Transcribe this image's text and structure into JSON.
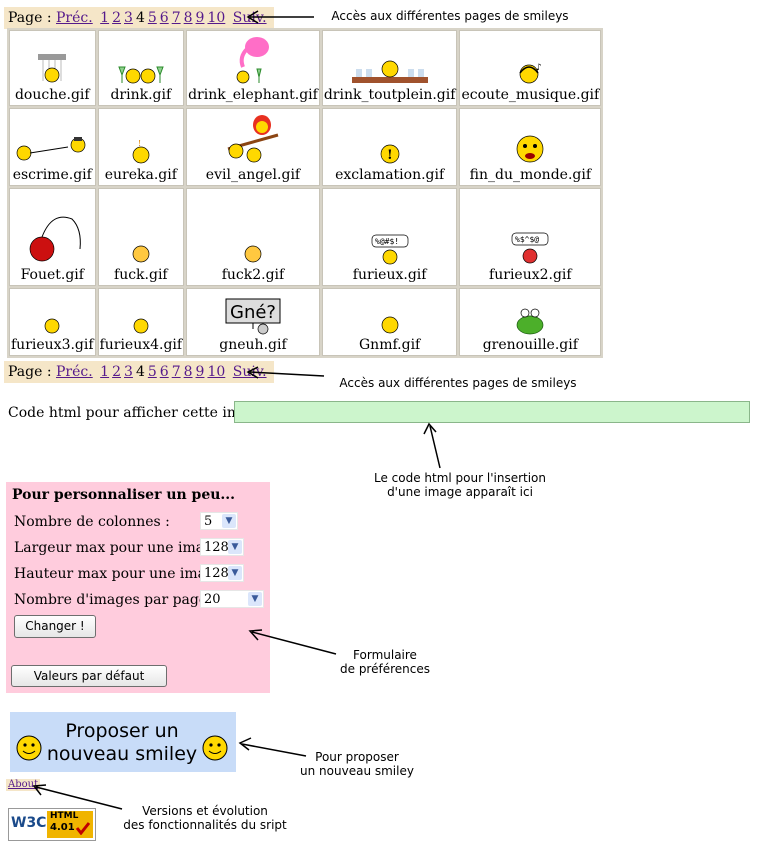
{
  "pager": {
    "label": "Page :",
    "prev": "Préc.",
    "pages": [
      "1",
      "2",
      "3",
      "4",
      "5",
      "6",
      "7",
      "8",
      "9",
      "10"
    ],
    "current": "4",
    "next": "Suiv."
  },
  "annotations": {
    "pages_top": "Accès aux différentes pages de smileys",
    "pages_bottom": "Accès aux différentes pages de smileys",
    "code_line1": "Le code html pour l'insertion",
    "code_line2": "d'une image apparaît ici",
    "form_line1": "Formulaire",
    "form_line2": "de préférences",
    "propose_line1": "Pour proposer",
    "propose_line2": "un nouveau smiley",
    "about_line1": "Versions et évolution",
    "about_line2": "des fonctionnalités du sript"
  },
  "smileys": [
    [
      "douche.gif",
      "drink.gif",
      "drink_elephant.gif",
      "drink_toutplein.gif",
      "ecoute_musique.gif"
    ],
    [
      "escrime.gif",
      "eureka.gif",
      "evil_angel.gif",
      "exclamation.gif",
      "fin_du_monde.gif"
    ],
    [
      "Fouet.gif",
      "fuck.gif",
      "fuck2.gif",
      "furieux.gif",
      "furieux2.gif"
    ],
    [
      "furieux3.gif",
      "furieux4.gif",
      "gneuh.gif",
      "Gnmf.gif",
      "grenouille.gif"
    ]
  ],
  "code": {
    "label": "Code html pour afficher cette image :",
    "value": ""
  },
  "prefs": {
    "title": "Pour personnaliser un peu...",
    "columns_label": "Nombre de colonnes :",
    "columns_value": "5",
    "width_label": "Largeur max pour une image :",
    "width_value": "128",
    "height_label": "Hauteur max pour une image :",
    "height_value": "128",
    "per_page_label": "Nombre d'images par page :",
    "per_page_value": "20",
    "change_button": "Changer !",
    "default_button": "Valeurs par défaut"
  },
  "propose": {
    "line1": "Proposer un",
    "line2": "nouveau smiley"
  },
  "gneuh_sign": "Gné?",
  "furieux_bubble": "%@#$!",
  "furieux2_bubble": "%$^$@",
  "about_link": "About",
  "w3c_badge": {
    "left": "W3C",
    "line1": "HTML",
    "line2": "4.01"
  },
  "colors": {
    "pager_bg": "#f5e6c8",
    "code_bg": "#ccf5cc",
    "prefs_bg": "#ffccdd",
    "propose_bg": "#c8dcf8",
    "link": "#551a8b",
    "smiley_yellow": "#ffd800"
  }
}
